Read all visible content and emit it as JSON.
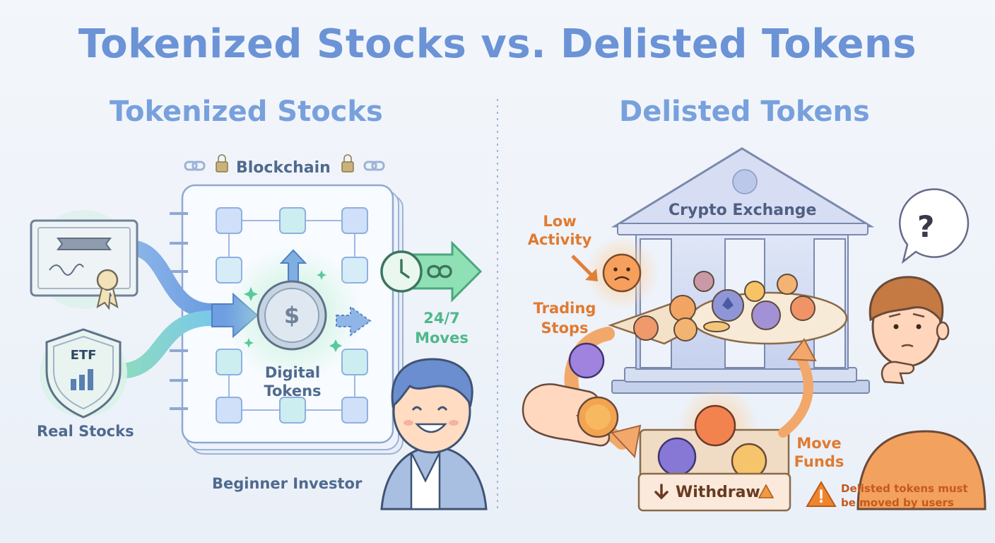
{
  "title": "Tokenized Stocks vs. Delisted Tokens",
  "left": {
    "heading": "Tokenized Stocks",
    "blockchain_label": "Blockchain",
    "real_stocks_label": "Real Stocks",
    "etf_label": "ETF",
    "digital_tokens_label": [
      "Digital",
      "Tokens"
    ],
    "moves_label": [
      "24/7",
      "Moves"
    ],
    "investor_label": "Beginner Investor",
    "coin_symbol": "$"
  },
  "right": {
    "heading": "Delisted Tokens",
    "exchange_label": "Crypto Exchange",
    "low_activity_label": [
      "Low",
      "Activity"
    ],
    "trading_stops_label": [
      "Trading",
      "Stops"
    ],
    "move_funds_label": [
      "Move",
      "Funds"
    ],
    "withdraw_label": "Withdraw",
    "warning_note": [
      "Delisted tokens must",
      "be moved by users"
    ],
    "question_mark": "?"
  },
  "icons": [
    "chain-icon",
    "lock-icon",
    "certificate-icon",
    "etf-shield-icon",
    "clock-icon",
    "infinity-icon",
    "dollar-coin-icon",
    "sad-face-icon",
    "warning-icon",
    "down-arrow-icon"
  ],
  "colors": {
    "title": "#6b93d6",
    "green": "#4fb88a",
    "orange": "#e07a30",
    "text": "#4f6a8f"
  }
}
